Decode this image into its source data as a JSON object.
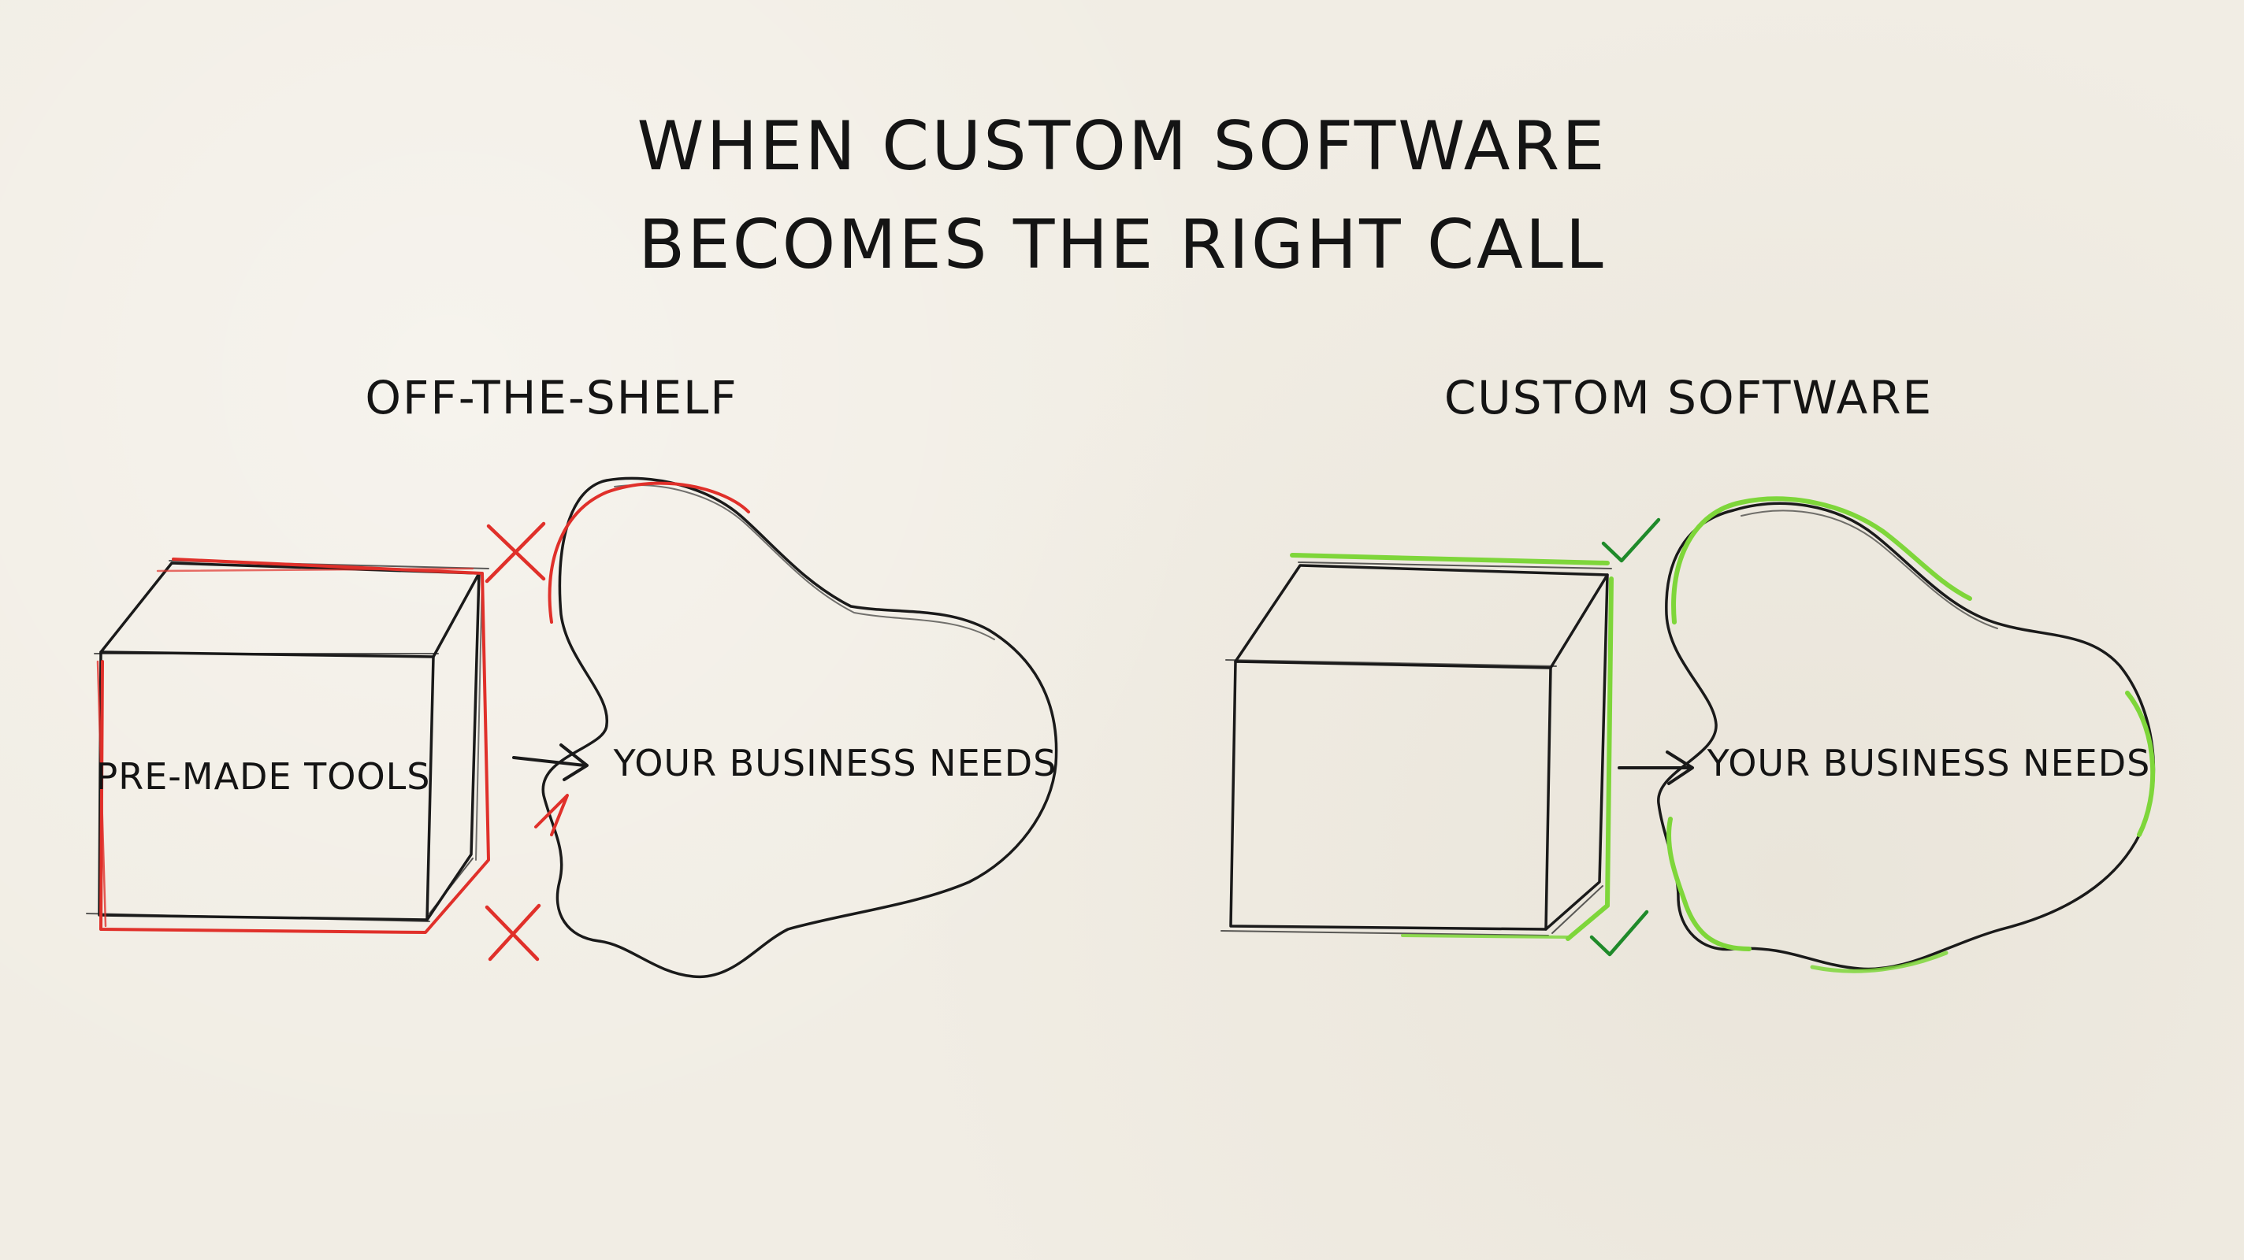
{
  "title": {
    "line1": "WHEN CUSTOM SOFTWARE",
    "line2": "BECOMES THE RIGHT CALL"
  },
  "left_panel": {
    "heading": "OFF-THE-SHELF",
    "box_label": "PRE-MADE TOOLS",
    "cloud_label": "YOUR BUSINESS NEEDS",
    "fit_marks": [
      "x-mark-icon",
      "x-mark-icon"
    ],
    "accent_color": "#e0302a"
  },
  "right_panel": {
    "heading": "CUSTOM SOFTWARE",
    "box_label": "",
    "cloud_label": "YOUR BUSINESS NEEDS",
    "fit_marks": [
      "check-mark-icon",
      "check-mark-icon"
    ],
    "accent_color": "#7ed63a",
    "check_color": "#1f8a2a"
  },
  "colors": {
    "paper": "#f1ede4",
    "ink": "#161616"
  }
}
